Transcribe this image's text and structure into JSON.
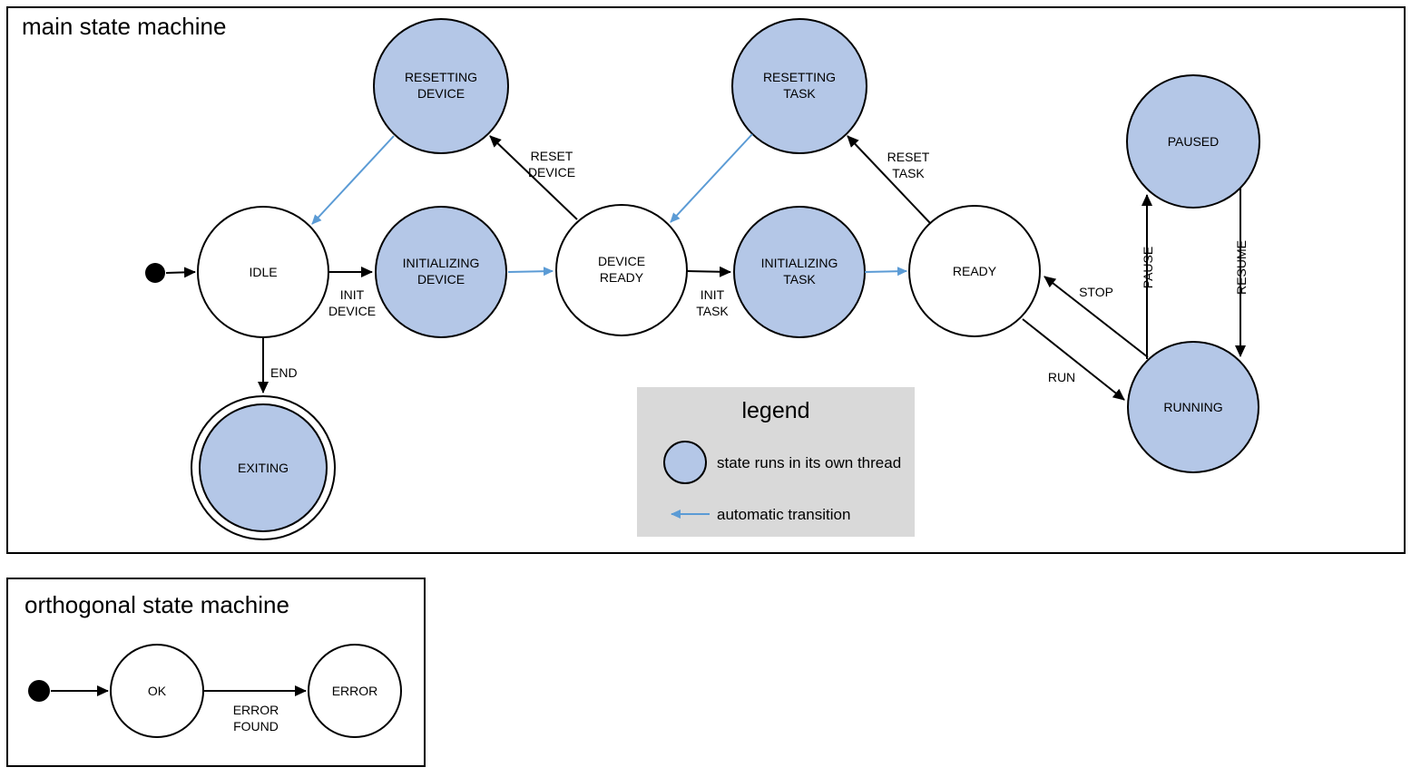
{
  "colors": {
    "thread_fill": "#b4c7e7",
    "auto_arrow": "#5b9bd5",
    "legend_bg": "#d9d9d9",
    "line": "#000000"
  },
  "main": {
    "title": "main state machine",
    "states": {
      "resetting_device": {
        "line1": "RESETTING",
        "line2": "DEVICE"
      },
      "resetting_task": {
        "line1": "RESETTING",
        "line2": "TASK"
      },
      "paused": {
        "line1": "PAUSED"
      },
      "idle": {
        "line1": "IDLE"
      },
      "initializing_device": {
        "line1": "INITIALIZING",
        "line2": "DEVICE"
      },
      "device_ready": {
        "line1": "DEVICE",
        "line2": "READY"
      },
      "initializing_task": {
        "line1": "INITIALIZING",
        "line2": "TASK"
      },
      "ready": {
        "line1": "READY"
      },
      "running": {
        "line1": "RUNNING"
      },
      "exiting": {
        "line1": "EXITING"
      }
    },
    "transitions": {
      "init_device": {
        "line1": "INIT",
        "line2": "DEVICE"
      },
      "reset_device": {
        "line1": "RESET",
        "line2": "DEVICE"
      },
      "init_task": {
        "line1": "INIT",
        "line2": "TASK"
      },
      "reset_task": {
        "line1": "RESET",
        "line2": "TASK"
      },
      "run": "RUN",
      "stop": "STOP",
      "pause": "PAUSE",
      "resume": "RESUME",
      "end": "END"
    }
  },
  "legend": {
    "title": "legend",
    "thread_label": "state runs in its own thread",
    "auto_label": "automatic transition"
  },
  "orthogonal": {
    "title": "orthogonal state machine",
    "states": {
      "ok": "OK",
      "error": "ERROR"
    },
    "transitions": {
      "error_found": {
        "line1": "ERROR",
        "line2": "FOUND"
      }
    }
  }
}
